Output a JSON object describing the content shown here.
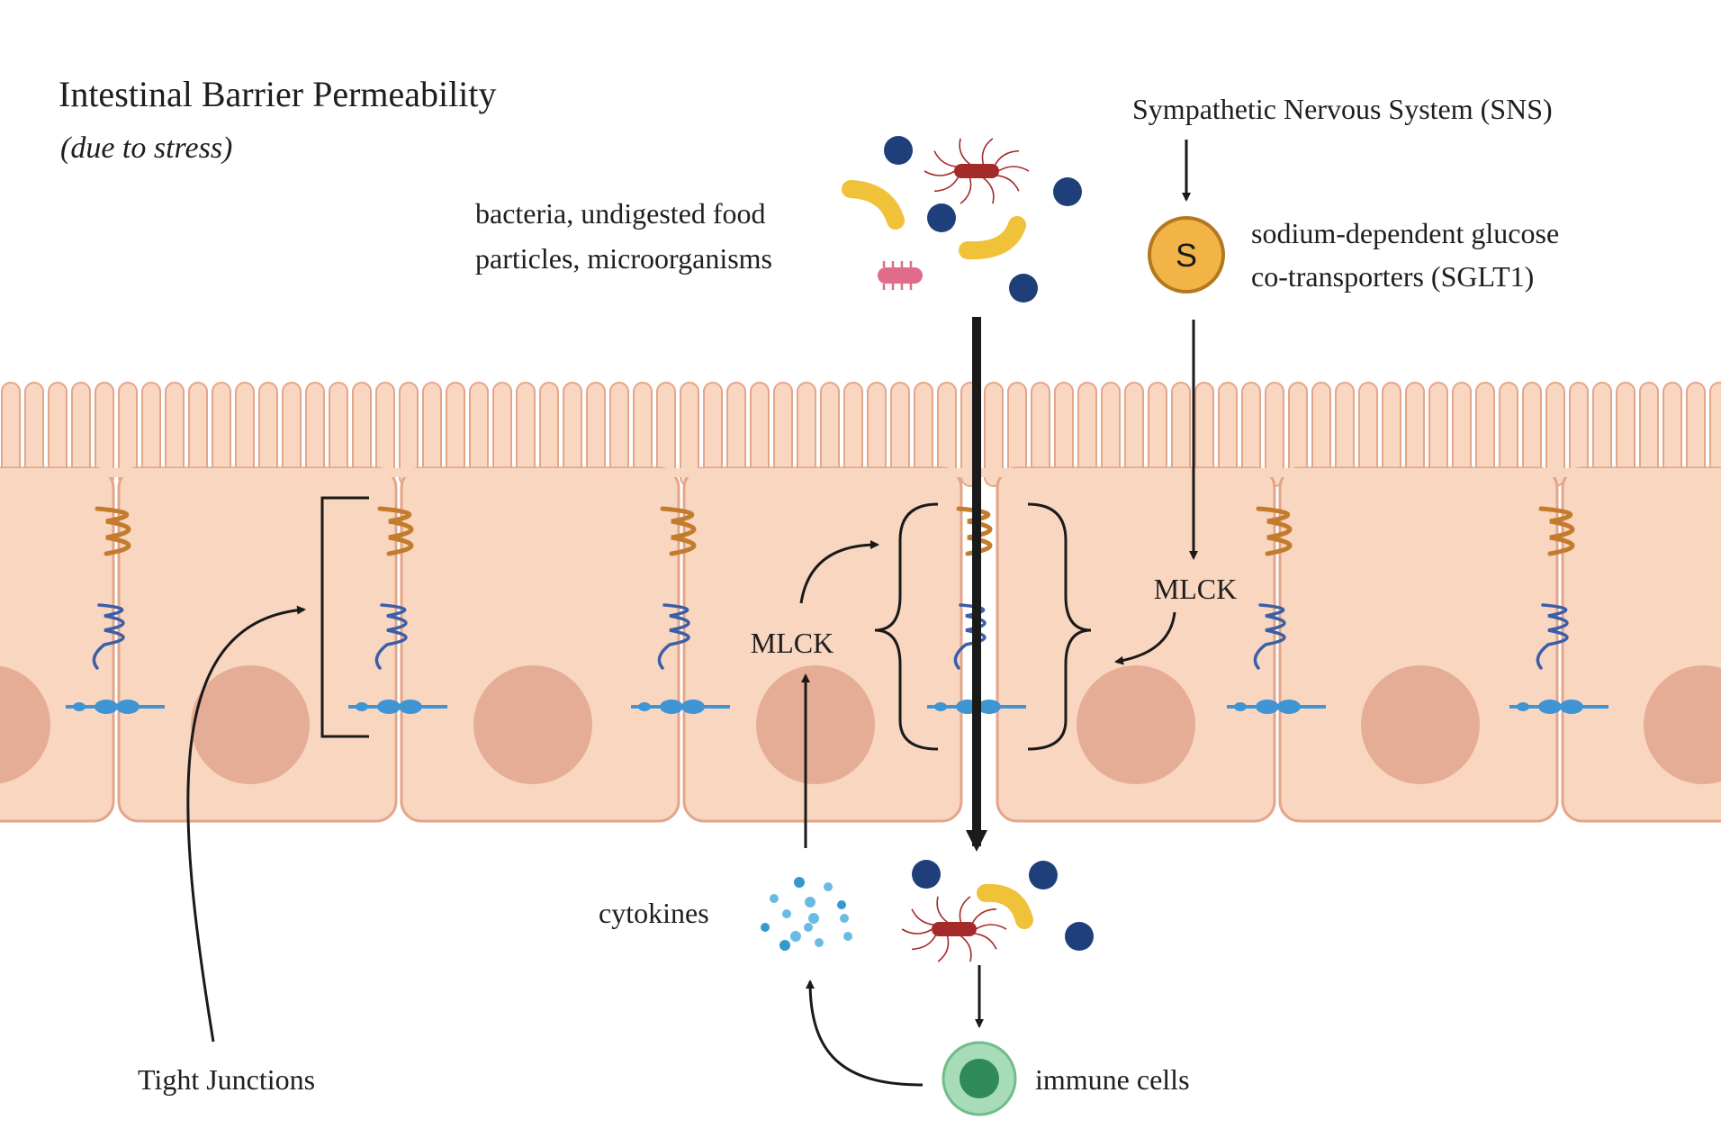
{
  "title": "Intestinal Barrier Permeability",
  "subtitle": "(due to stress)",
  "labels": {
    "sns": "Sympathetic Nervous System (SNS)",
    "sglt_symbol": "S",
    "sglt_line1": "sodium-dependent glucose",
    "sglt_line2": "co-transporters (SGLT1)",
    "bacteria_line1": "bacteria, undigested food",
    "bacteria_line2": "particles, microorganisms",
    "mlck_left": "MLCK",
    "mlck_right": "MLCK",
    "cytokines": "cytokines",
    "immune_cells": "immune cells",
    "tight_junctions": "Tight Junctions"
  },
  "colors": {
    "cell_fill": "#f9d6c0",
    "cell_stroke": "#e3a68a",
    "nucleus": "#e5ad95",
    "claudin": "#c27c2c",
    "occludin": "#3b5ea8",
    "zo_protein": "#3f94d4",
    "particle_blue": "#1f3f7a",
    "banana_yellow": "#f0c23a",
    "bacteria_red": "#a52a2a",
    "pink_microbe": "#e06b8a",
    "sglt_fill": "#f2b447",
    "immune_outer": "#a8dbb8",
    "immune_inner": "#2e8a57",
    "cytokine": "#5ab4e0",
    "arrow": "#1a1a1a"
  },
  "icons": [
    "tight-junction-icon",
    "bacteria-icon",
    "food-particle-icon",
    "microorganism-icon",
    "sglt-transporter-icon",
    "immune-cell-icon",
    "cytokine-icon"
  ]
}
